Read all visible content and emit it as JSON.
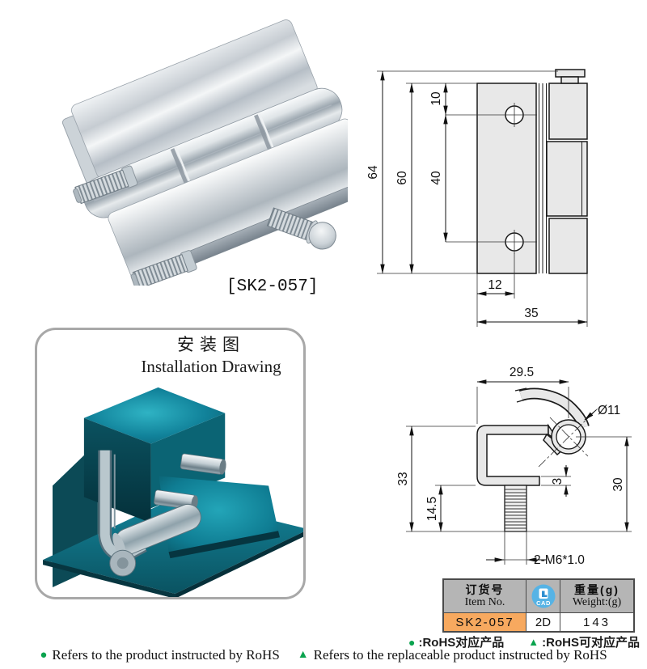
{
  "product_photo": {
    "caption": "[SK2-057]"
  },
  "front_view": {
    "dims": {
      "total_height": "64",
      "plate_height": "60",
      "hole_top_offset": "10",
      "hole_spacing": "40",
      "hole_inset": "12",
      "total_width": "35"
    }
  },
  "installation": {
    "title_cn": "安装图",
    "title_en": "Installation Drawing"
  },
  "side_view": {
    "dims": {
      "top_width": "29.5",
      "pin_diameter": "Ø11",
      "bracket_height": "33",
      "stud_length": "14.5",
      "flange_thickness": "3",
      "right_height": "30",
      "thread_spec": "2-M6*1.0"
    }
  },
  "spec_table": {
    "col1_header_cn": "订货号",
    "col1_header_en": "Item No.",
    "cad_icon_label": "CAD",
    "col3_header_cn": "重量(g)",
    "col3_header_en": "Weight:(g)",
    "row": {
      "item_no": "SK2-057",
      "cad_type": "2D",
      "weight_g": "143"
    }
  },
  "footnotes": {
    "circle_marker": "●",
    "triangle_marker": "▲",
    "line1_circle_text": ":RoHS对应产品",
    "line1_triangle_text": ":RoHS可对应产品",
    "line2_circle_text": "Refers to the product instructed by RoHS",
    "line2_triangle_text": "Refers to the replaceable product instructed by RoHS"
  },
  "colors": {
    "accent_orange": "#f7a95f",
    "header_gray": "#b5b5b5",
    "rohs_green": "#0aa34e",
    "teal_dark": "#06323c",
    "cad_blue": "#56b3e5"
  }
}
